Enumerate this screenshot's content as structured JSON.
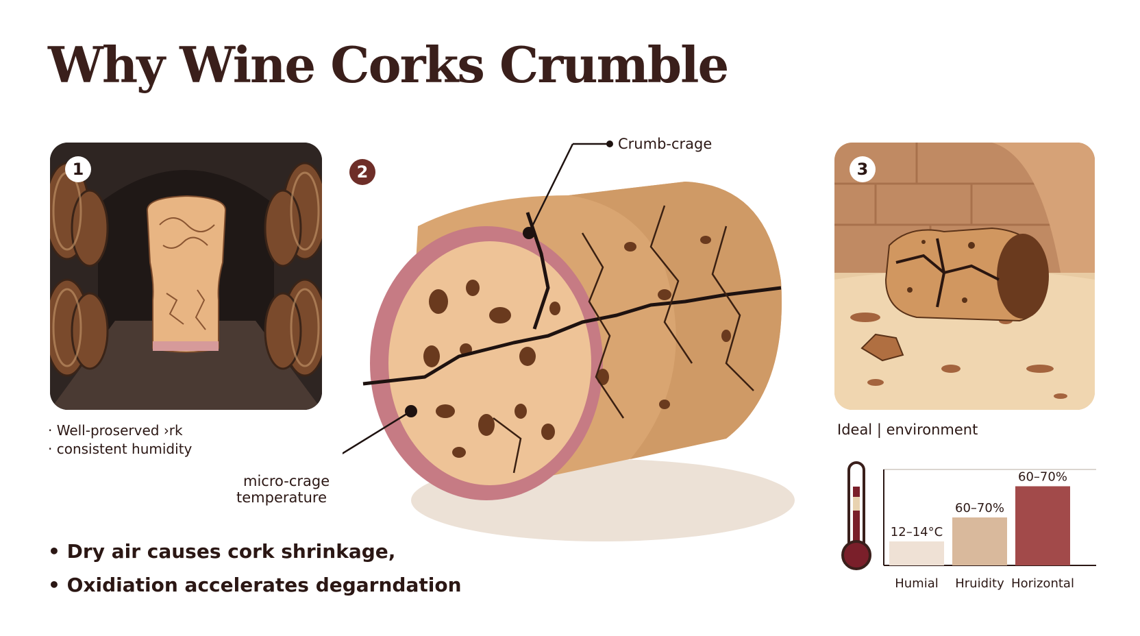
{
  "title": "Why Wine Corks Crumble",
  "panel1": {
    "number": "1",
    "bullets": [
      "Well-proserved ›rk",
      "consistent humidity"
    ]
  },
  "panel2": {
    "number": "2",
    "callout_top": "Crumb-crage",
    "callout_left_line1": "micro-crage",
    "callout_left_line2": "temperature"
  },
  "panel3": {
    "number": "3",
    "caption": "Ideal | environment"
  },
  "bullets": [
    "Dry air causes cork shrinkage,",
    "Oxidiation accelerates degarndation"
  ],
  "chart_data": {
    "type": "bar",
    "categories": [
      "Humial",
      "Hruidity",
      "Horizontal"
    ],
    "values": [
      1,
      2,
      3.3
    ],
    "data_labels": [
      "12–14°C",
      "60–70%",
      "60–70%"
    ],
    "colors": [
      "#efe1d5",
      "#d9b99c",
      "#a24a4a"
    ],
    "title": "",
    "xlabel": "",
    "ylabel": "",
    "ylim": [
      0,
      4
    ]
  }
}
